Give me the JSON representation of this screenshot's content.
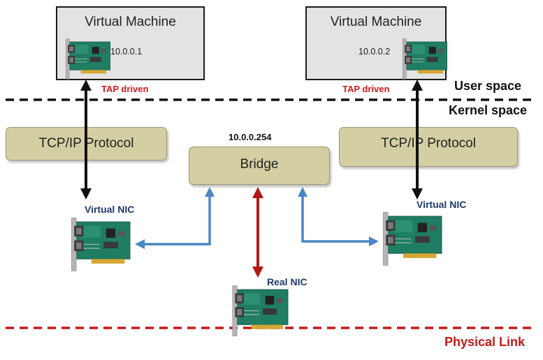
{
  "vm_left": {
    "title": "Virtual Machine",
    "ip": "10.0.0.1",
    "tap_label": "TAP driven"
  },
  "vm_right": {
    "title": "Virtual Machine",
    "ip": "10.0.0.2",
    "tap_label": "TAP driven"
  },
  "zones": {
    "user_space": "User space",
    "kernel_space": "Kernel space",
    "physical_link": "Physical Link"
  },
  "tcp_left": {
    "label": "TCP/IP Protocol"
  },
  "tcp_right": {
    "label": "TCP/IP Protocol"
  },
  "bridge": {
    "label": "Bridge",
    "ip": "10.0.0.254"
  },
  "nics": {
    "virtual_left": "Virtual NIC",
    "virtual_right": "Virtual NIC",
    "real": "Real NIC"
  },
  "colors": {
    "block_fill": "#d4cfa2",
    "vm_fill": "#e3e3e3",
    "tap_red": "#d21b1b",
    "nic_blue": "#1f3a6b",
    "arrow_blue": "#4a86c4",
    "arrow_red": "#b01818",
    "line_black": "#111111",
    "line_red": "#c21a1a",
    "pcb_green": "#1f7d63"
  },
  "icons": [
    "network-card-icon"
  ]
}
